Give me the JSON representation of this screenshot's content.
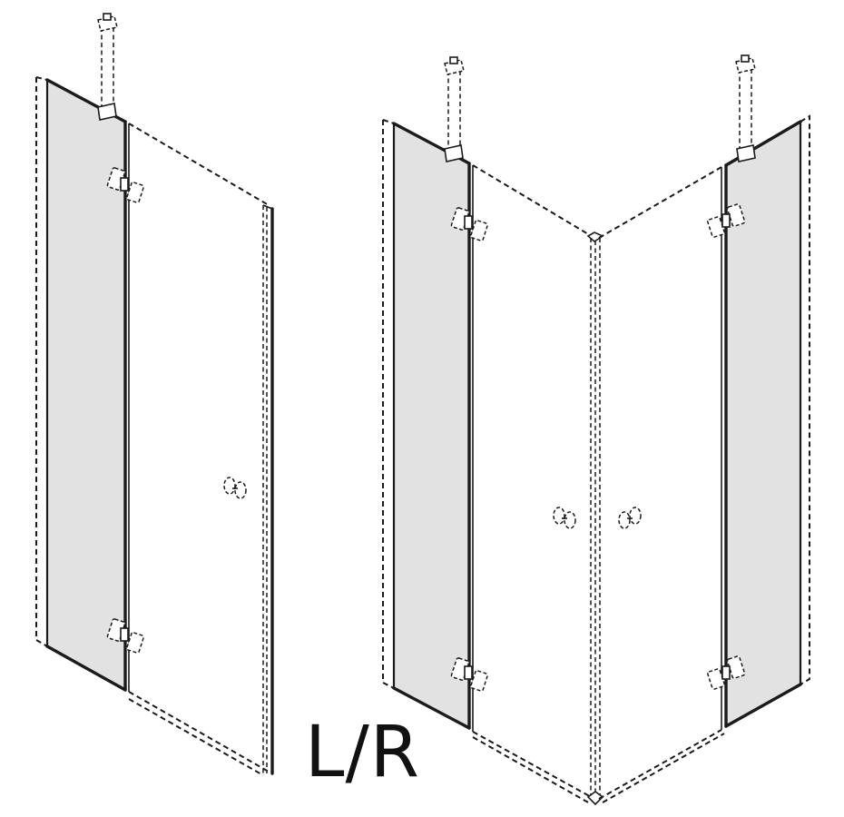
{
  "variant_label": "L/R",
  "figures": [
    {
      "id": "left",
      "hinges": 2,
      "handles": 1,
      "ceiling_supports": 1
    },
    {
      "id": "right",
      "hinges": 4,
      "handles": 2,
      "ceiling_supports": 2
    }
  ],
  "colors": {
    "fixed_glass": "#e2e2e2",
    "outline": "#1b1b1b",
    "background": "#ffffff"
  }
}
